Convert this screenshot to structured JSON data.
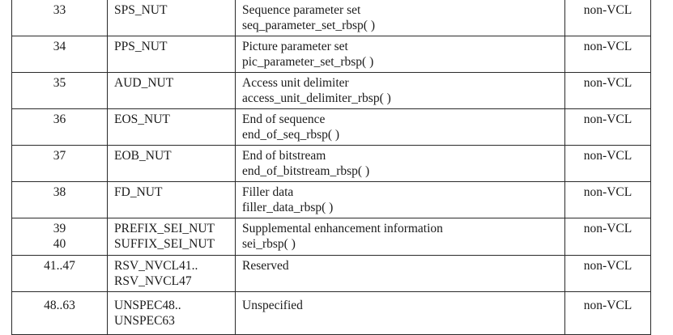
{
  "table": {
    "rows": [
      {
        "value_lines": [
          "33"
        ],
        "name_lines": [
          "SPS_NUT"
        ],
        "content_lines": [
          "Sequence parameter set",
          "seq_parameter_set_rbsp( )"
        ],
        "class": "non-VCL"
      },
      {
        "value_lines": [
          "34"
        ],
        "name_lines": [
          "PPS_NUT"
        ],
        "content_lines": [
          "Picture parameter set",
          "pic_parameter_set_rbsp( )"
        ],
        "class": "non-VCL"
      },
      {
        "value_lines": [
          "35"
        ],
        "name_lines": [
          "AUD_NUT"
        ],
        "content_lines": [
          "Access unit delimiter",
          "access_unit_delimiter_rbsp( )"
        ],
        "class": "non-VCL"
      },
      {
        "value_lines": [
          "36"
        ],
        "name_lines": [
          "EOS_NUT"
        ],
        "content_lines": [
          "End of sequence",
          "end_of_seq_rbsp( )"
        ],
        "class": "non-VCL"
      },
      {
        "value_lines": [
          "37"
        ],
        "name_lines": [
          "EOB_NUT"
        ],
        "content_lines": [
          "End of bitstream",
          "end_of_bitstream_rbsp( )"
        ],
        "class": "non-VCL"
      },
      {
        "value_lines": [
          "38"
        ],
        "name_lines": [
          "FD_NUT"
        ],
        "content_lines": [
          "Filler data",
          "filler_data_rbsp( )"
        ],
        "class": "non-VCL"
      },
      {
        "value_lines": [
          "39",
          "40"
        ],
        "name_lines": [
          "PREFIX_SEI_NUT",
          "SUFFIX_SEI_NUT"
        ],
        "content_lines": [
          "Supplemental enhancement information",
          "sei_rbsp( )"
        ],
        "class": "non-VCL"
      },
      {
        "value_lines": [
          "41..47"
        ],
        "name_lines": [
          "RSV_NVCL41..",
          "RSV_NVCL47"
        ],
        "content_lines": [
          "Reserved"
        ],
        "class": "non-VCL"
      },
      {
        "value_lines": [
          "48..63"
        ],
        "name_lines": [
          "UNSPEC48..",
          "UNSPEC63"
        ],
        "content_lines": [
          "Unspecified"
        ],
        "class": "non-VCL"
      }
    ]
  }
}
